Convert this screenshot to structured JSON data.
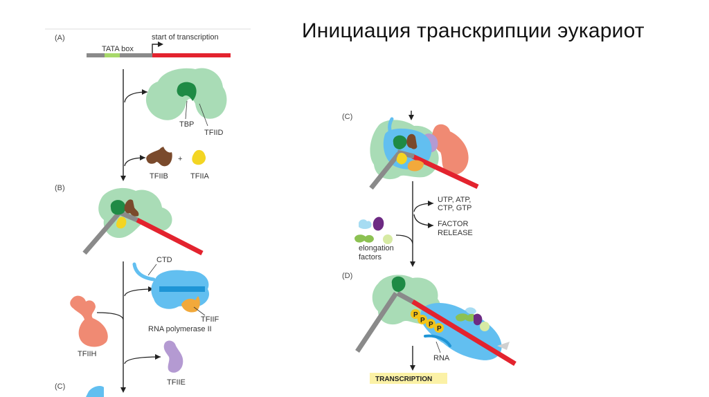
{
  "slide": {
    "title": "Инициация транскрипции эукариот"
  },
  "diagram": {
    "sections": {
      "a": "(A)",
      "b": "(B)",
      "c1": "(C)",
      "c2": "(C)",
      "d": "(D)"
    },
    "labels": {
      "tata_box": "TATA box",
      "start_of_transcription": "start of transcription",
      "tbp": "TBP",
      "tfiid": "TFIID",
      "tfiib": "TFIIB",
      "plus": "+",
      "tfiia": "TFIIA",
      "ctd": "CTD",
      "tfiif": "TFIIF",
      "rna_polymerase": "RNA polymerase II",
      "tfiih": "TFIIH",
      "tfiie": "TFIIE",
      "nucleotides_line1": "UTP, ATP,",
      "nucleotides_line2": "CTP, GTP",
      "factor_line1": "FACTOR",
      "factor_line2": "RELEASE",
      "elongation_line1": "elongation",
      "elongation_line2": "factors",
      "phosphate": "P",
      "rna": "RNA",
      "transcription": "TRANSCRIPTION"
    },
    "colors": {
      "tfiid": "#a9dcb6",
      "tbp": "#1f8a45",
      "tfiib": "#7a4a2c",
      "tfiia": "#f3d523",
      "polymerase": "#62bff0",
      "polymerase_dark": "#1e95d6",
      "tfiif": "#f2a93b",
      "tfiih": "#f08a73",
      "tfiie": "#b49ad2",
      "dna_grey": "#8a8a8a",
      "dna_red": "#e3232e",
      "tata_green": "#a7d86a",
      "elong_purple": "#6d2a83",
      "elong_green": "#8cc152",
      "elong_pale": "#d6eaa3",
      "phosphate": "#f4c417",
      "transcription_box": "#fbf1a6"
    }
  }
}
